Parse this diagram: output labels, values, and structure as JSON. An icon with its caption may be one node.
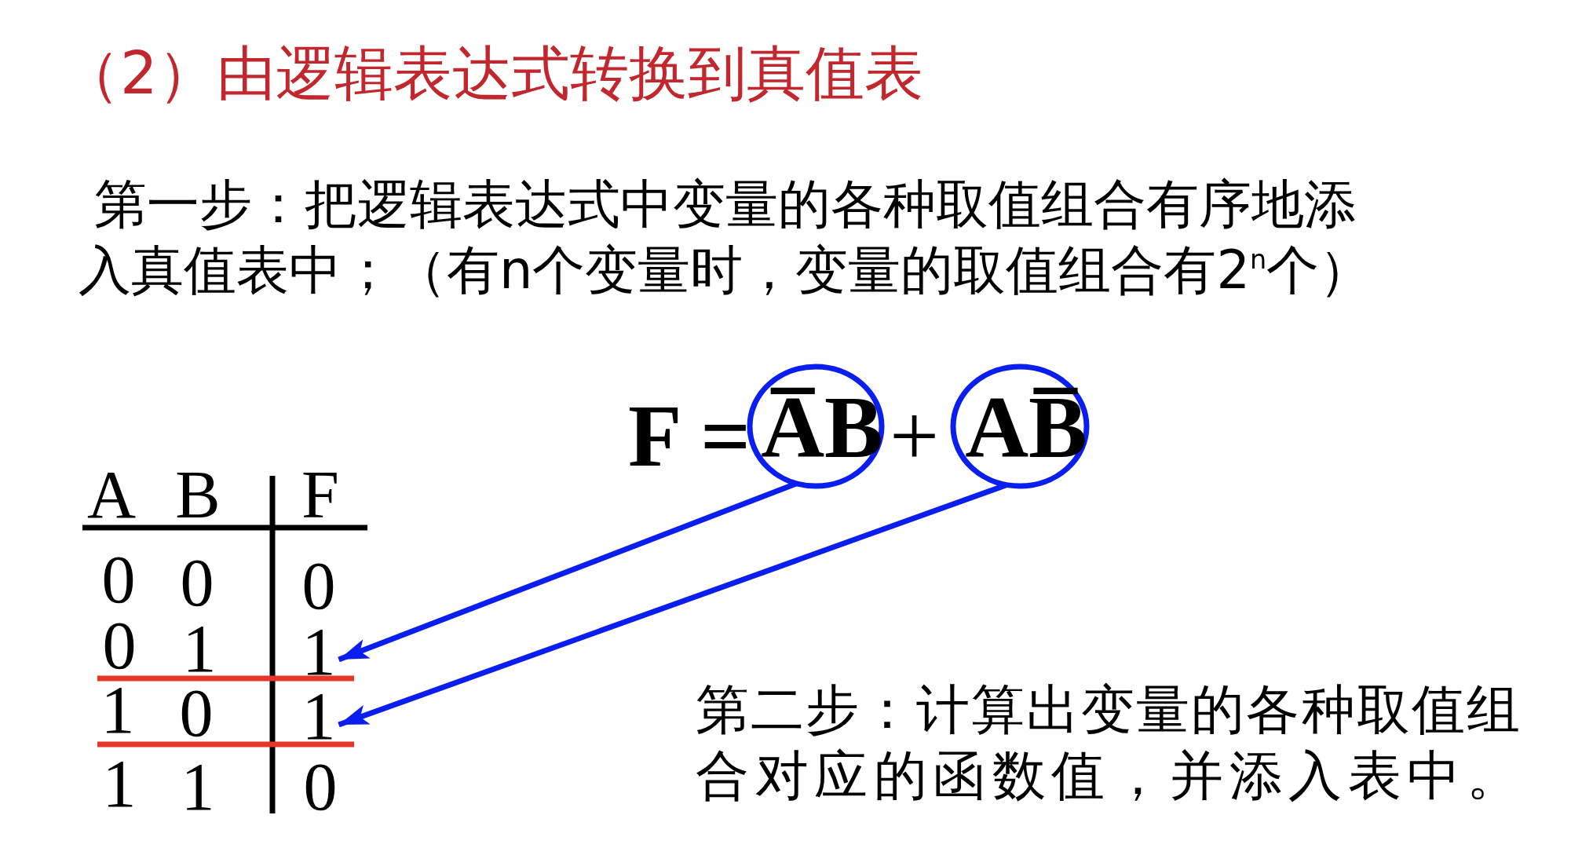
{
  "diagram": {
    "title": "（2）由逻辑表达式转换到真值表",
    "nodes": [
      {
        "text": [
          "A̅B"
        ]
      },
      {
        "text": [
          "AB̅"
        ]
      },
      {
        "text": [
          "1"
        ]
      },
      {
        "text": [
          "1"
        ]
      }
    ],
    "edges": [
      {
        "from": 0,
        "to": 2,
        "arrow": "to"
      },
      {
        "from": 1,
        "to": 3,
        "arrow": "to"
      }
    ],
    "labels": [
      "第一步：把逻辑表达式中变量的各种取值组合有序地添入真值表中；（有n个变量时，变量的取值组合有2$^{n}$个）",
      "F =",
      "+",
      "A",
      "B",
      "F",
      "0",
      "0",
      "0",
      "0",
      "1",
      "1",
      "0",
      "1",
      "1",
      "0",
      "第二步：计算出变量的各种取值组合对应的函数值，并添入表中。"
    ]
  }
}
